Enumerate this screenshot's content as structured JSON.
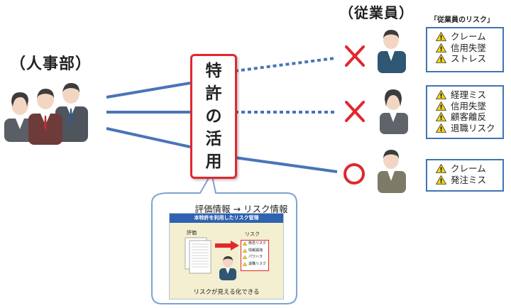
{
  "hr_label": "（人事部）",
  "employees_label": "（従業員）",
  "risk_header": "「従業員のリスク」",
  "patent_chars": [
    "特",
    "許",
    "の",
    "活",
    "用"
  ],
  "employees": [
    {
      "mark": "✕",
      "risks": [
        "クレーム",
        "信用失墜",
        "ストレス"
      ]
    },
    {
      "mark": "✕",
      "risks": [
        "経理ミス",
        "信用失墜",
        "顧客離反",
        "退職リスク"
      ]
    },
    {
      "mark": "○",
      "risks": [
        "クレーム",
        "発注ミス"
      ]
    }
  ],
  "bubble": {
    "title": "評価情報 → リスク情報",
    "inner_title": "本特許を利用したリスク管理",
    "eval_label": "評価",
    "risk_label": "リスク",
    "mini_risks": [
      "懸念リスク",
      "情報漏洩",
      "パワハラ",
      "退職リスク"
    ],
    "caption": "リスクが見える化できる"
  },
  "colors": {
    "line": "#4a74b8",
    "cross": "#e0282e",
    "warning": "#f2d21b",
    "box_border": "#3f74b5"
  }
}
